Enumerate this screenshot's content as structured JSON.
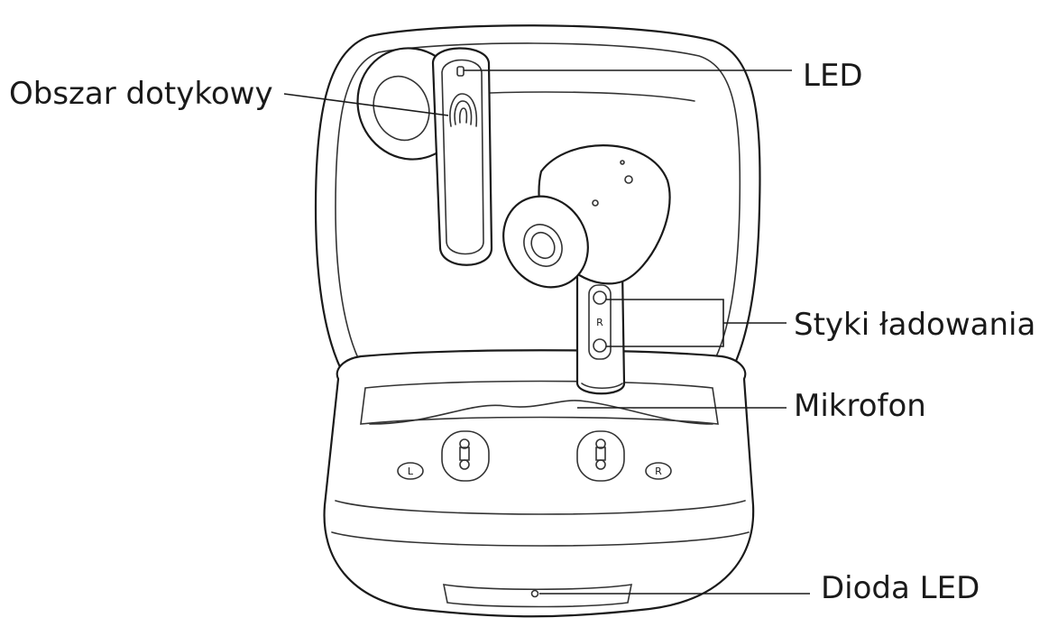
{
  "callouts": {
    "touch_area": "Obszar dotykowy",
    "led": "LED",
    "charging_contacts": "Styki ładowania",
    "microphone": "Mikrofon",
    "case_led": "Dioda LED"
  },
  "markings": {
    "left": "L",
    "right": "R"
  },
  "colors": {
    "line": "#1a1a1a",
    "background": "#ffffff"
  }
}
